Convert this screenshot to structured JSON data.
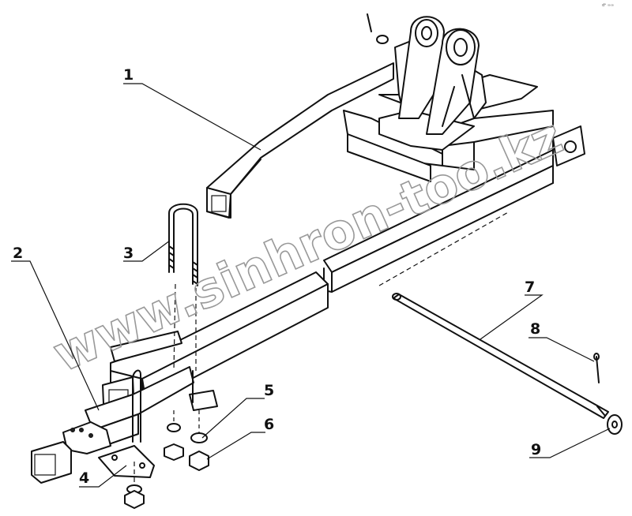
{
  "callouts": [
    {
      "id": "1",
      "text": "1"
    },
    {
      "id": "2",
      "text": "2"
    },
    {
      "id": "3",
      "text": "3"
    },
    {
      "id": "4",
      "text": "4"
    },
    {
      "id": "5",
      "text": "5"
    },
    {
      "id": "6",
      "text": "6"
    },
    {
      "id": "7",
      "text": "7"
    },
    {
      "id": "8",
      "text": "8"
    },
    {
      "id": "9",
      "text": "9"
    }
  ],
  "watermark": "www.sinhron-too.kz",
  "corner_note": "dᵉ ∞∞"
}
